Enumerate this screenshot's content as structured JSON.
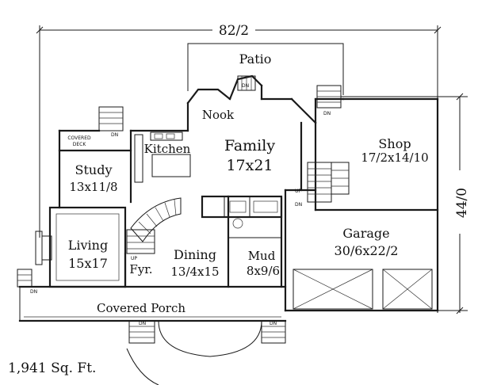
{
  "dimensions": {
    "width_label": "82/2",
    "depth_label": "44/0"
  },
  "area_label": "1,941 Sq. Ft.",
  "rooms": {
    "patio": "Patio",
    "nook": "Nook",
    "family_name": "Family",
    "family_size": "17x21",
    "kitchen": "Kitchen",
    "covered_deck_line1": "COVERED",
    "covered_deck_line2": "DECK",
    "study_name": "Study",
    "study_size": "13x11/8",
    "living_name": "Living",
    "living_size": "15x17",
    "foyer": "Fyr.",
    "dining_name": "Dining",
    "dining_size": "13/4x15",
    "mud_name": "Mud",
    "mud_size": "8x9/6",
    "shop_name": "Shop",
    "shop_size": "17/2x14/10",
    "garage_name": "Garage",
    "garage_size": "30/6x22/2",
    "covered_porch": "Covered Porch"
  },
  "stair_marks": {
    "dn": "DN",
    "up": "UP"
  }
}
